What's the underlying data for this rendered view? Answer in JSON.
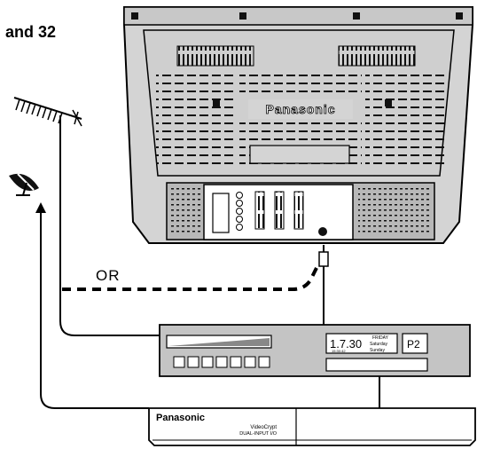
{
  "heading": "and 32",
  "tv": {
    "brand": "Panasonic"
  },
  "connection_label": "OR",
  "vcr": {
    "clock": "1.7.30",
    "clock_sub": "15:30:42",
    "days": [
      "FRIDAY",
      "Saturday",
      "Sunday"
    ],
    "program": "P2"
  },
  "receiver": {
    "brand": "Panasonic",
    "model_line1": "VideoCrypt",
    "model_line2": "DUAL-INPUT I/O"
  },
  "colors": {
    "tv_shell": "#d4d4d4",
    "tv_panel": "#b8b8b8",
    "vcr_body": "#c4c4c4",
    "line": "#000000"
  }
}
